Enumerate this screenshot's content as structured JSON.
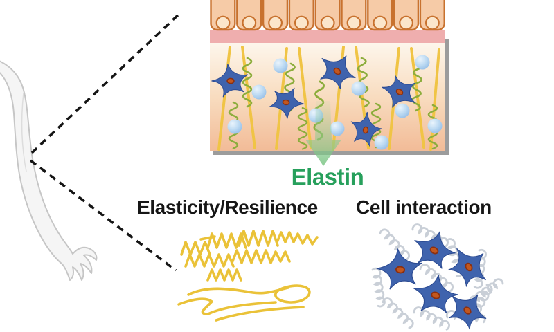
{
  "figure": {
    "labels": {
      "elastin": "Elastin",
      "elasticity": "Elasticity/Resilience",
      "cell_interaction": "Cell interaction"
    },
    "colors": {
      "elastin_text": "#27a05c",
      "label_text": "#161616",
      "epidermis_cell_fill": "#f6cba7",
      "epidermis_cell_border": "#c8722f",
      "basement_membrane": "#efaeae",
      "dermis_top": "#fdf6ec",
      "dermis_bottom": "#f2bb97",
      "collagen_fiber": "#f0c445",
      "elastin_fiber": "#8cad3c",
      "fibroblast_body": "#3f63ad",
      "fibroblast_nucleus": "#c2571f",
      "moisture_sphere": "#a9cdef",
      "gold_fiber": "#eac238",
      "gray_coil": "#c9cfd7",
      "arrow_green": "#7ec482",
      "callout_line": "#151515",
      "panel_shadow": "#9c9c9c",
      "arm_fill": "#f5f5f5",
      "arm_outline": "#c6c6c6"
    }
  }
}
